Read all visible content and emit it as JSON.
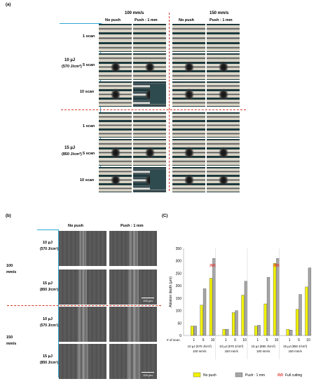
{
  "panel_a": {
    "letter": "(a)",
    "speed_100": "100 mm/s",
    "speed_150": "150 mm/s",
    "no_push": "No push",
    "push_1mm": "Push : 1 mm",
    "energy_10": "10 µJ",
    "energy_10_fluence": "(570 J/cm²)",
    "energy_15": "15 µJ",
    "energy_15_fluence": "(850 J/cm²)",
    "scans": [
      "1 scan",
      "5 scan",
      "10 scan"
    ]
  },
  "panel_b": {
    "letter": "(b)",
    "no_push": "No push",
    "push_1mm": "Push : 1 mm",
    "speed_100": "100",
    "speed_150": "150",
    "speed_unit": "mm/s",
    "energy_10": "10 µJ",
    "energy_10_fluence": "(570 J/cm²)",
    "energy_15": "15 µJ",
    "energy_15_fluence": "(850 J/cm²)",
    "scalebar": "100 µm"
  },
  "panel_c": {
    "letter": "(C)",
    "ylabel": "Ablation depth (µm)",
    "xrow_label": "# of scan",
    "legend": [
      "No push",
      "Push : 1 mm",
      "Full cutting"
    ],
    "group_labels": [
      [
        "10 µJ (570 J/cm²)",
        "100 mm/s"
      ],
      [
        "10 µJ (570 J/cm²)",
        "150 mm/s"
      ],
      [
        "15 µJ (850 J/cm²)",
        "100 mm/s"
      ],
      [
        "15 µJ (850 J/cm²)",
        "150 mm/s"
      ]
    ]
  },
  "chart_data": {
    "type": "bar",
    "ylabel": "Ablation depth (µm)",
    "ylim": [
      0,
      350
    ],
    "yticks": [
      0,
      50,
      100,
      150,
      200,
      250,
      300,
      350
    ],
    "scan_labels": [
      "1",
      "5",
      "10"
    ],
    "groups": [
      "10 µJ (570 J/cm²) 100 mm/s",
      "10 µJ (570 J/cm²) 150 mm/s",
      "15 µJ (850 J/cm²) 100 mm/s",
      "15 µJ (850 J/cm²) 150 mm/s"
    ],
    "series": [
      {
        "name": "No push",
        "color": "#f2f200",
        "values": [
          [
            38,
            122,
            230
          ],
          [
            25,
            92,
            162
          ],
          [
            38,
            127,
            290
          ],
          [
            25,
            105,
            195
          ]
        ]
      },
      {
        "name": "Push : 1 mm",
        "color": "#a6a6a6",
        "values": [
          [
            38,
            188,
            310
          ],
          [
            25,
            100,
            218
          ],
          [
            41,
            234,
            310
          ],
          [
            22,
            165,
            272
          ]
        ]
      }
    ],
    "full_cutting": [
      [
        0,
        2
      ],
      [
        2,
        2
      ]
    ],
    "full_cutting_color": "#e0302a"
  }
}
